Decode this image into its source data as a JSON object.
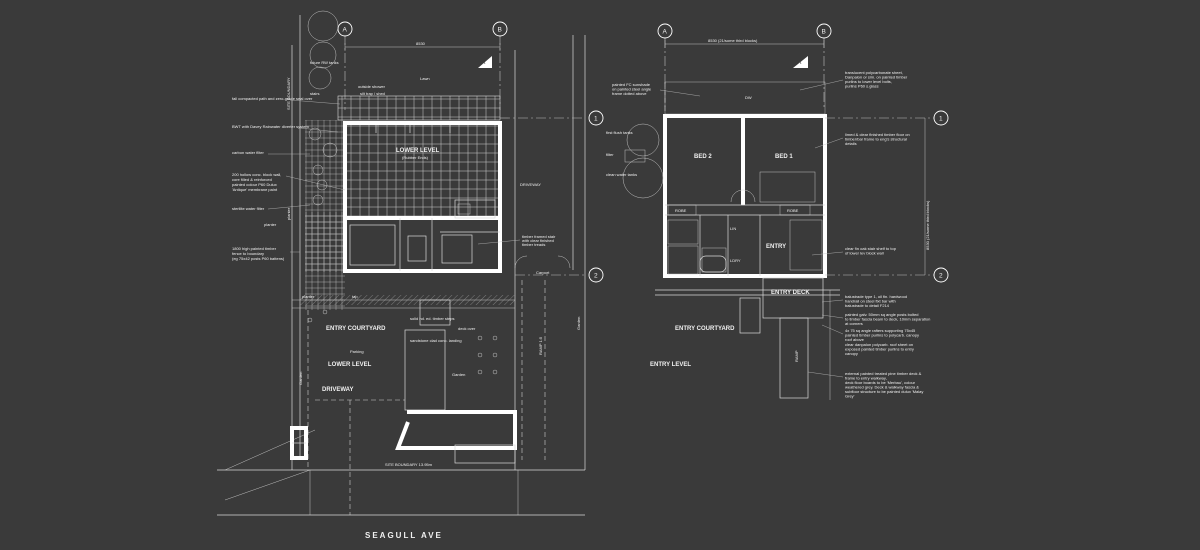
{
  "street": "SEAGULL AVE",
  "left_plan": {
    "grid": {
      "A": "A",
      "B": "B",
      "one": "1",
      "two": "2"
    },
    "dimension_top": "8530",
    "section_marker": "A",
    "rooms": {
      "lower_level_house": "LOWER LEVEL",
      "lower_level_house_sub": "(Rubber Ends)",
      "entry_courtyard": "ENTRY COURTYARD",
      "lower_level_yard": "LOWER LEVEL",
      "driveway_bottom": "DRIVEWAY",
      "driveway_right": "DRIVEWAY",
      "parking": "Parking",
      "garden_left": "Garden",
      "garden_mid": "Garden",
      "garden_right": "Garden",
      "lawn": "Lawn",
      "carport": "Carport",
      "ramp": "RAMP 1:5",
      "site_boundary": "SITE BOUNDARY 13.95m",
      "site_boundary_vertical": "SITE BOUNDARY",
      "planter_top": "planter",
      "planter_bottom": "planter",
      "tap": "tap",
      "deck_over": "deck over",
      "future_tanks": "future RW tanks"
    },
    "notes": [
      "fall compacted path and zero-grade seal over",
      "BWT with Davey Rainwater diverter system",
      "carbon water filter",
      "200 hollow conc. block wall, core filled & reinforced as eng. details to lower level with painted colour P60 Dulux 'Antique' membrane paint",
      "sterilite water filter",
      "1800 high painted timber fence to boundary (eg 75x42 posts P60 battens)"
    ],
    "inner_notes": {
      "stair": "timber framed stair with clear finished timber treads",
      "rail": "solid hd. ed. timber steps",
      "landing": "sandstone clad conc. landing",
      "shower": "outside shower",
      "shed": "silt trap / shed"
    }
  },
  "right_plan": {
    "grid": {
      "A": "A",
      "B": "B",
      "one": "1",
      "two": "2"
    },
    "dimension_top": "8530 (21/some third blocks)",
    "dimension_right": "8530 (21/some third blocks)",
    "section_marker": "A",
    "rooms": {
      "bed2": "BED 2",
      "bed1": "BED 1",
      "entry": "ENTRY",
      "entry_deck": "ENTRY DECK",
      "entry_courtyard": "ENTRY COURTYARD",
      "entry_level": "ENTRY LEVEL",
      "robe_left": "ROBE",
      "robe_right": "ROBE",
      "ramp": "RAMP",
      "lin": "LIN",
      "cp": "CP",
      "dw": "DW",
      "laundry": "LDRY"
    },
    "left_notes": [
      "first flush tanks",
      "filter",
      "clean water tanks"
    ],
    "notes": [
      "painted FC sunshade on painted steel angle frame dotted above",
      "translucent polycarbonate sheet, Danpalon or sim. on painted timber purlins to lower level bolts, purlins P60 s.glass",
      "limed & clear finished timber floor on timber/bar frame to eng's structural details",
      "clear fin oak stair shelf to top of lower lev block wall",
      "balustrade type 1, oil fin. hardwood handrail on steel fixt bar with balustrade to detail F214",
      "painted galv. 50mm sq angle posts bolted to timber fascia beam to deck, 10mm separation at corners",
      "4x 75 sq angle rafters supporting 75x45 painted timber purlins to polycarb. canopy roof above",
      "clear danpalon polycarb. roof sheet on exposed painted timber purlins to entry canopy",
      "external painted treated pine timber deck & frame to entry walkway, deck floor boards to be 'Merbau', colour weathered grey. Deck & walkway fascia & subfloor structure to be painted dulux 'Malay Grey'"
    ]
  }
}
